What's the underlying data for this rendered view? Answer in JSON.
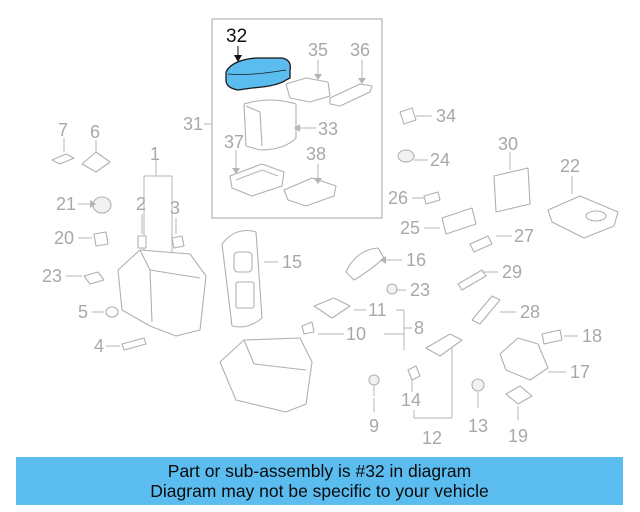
{
  "diagram": {
    "highlight_color": "#5bbcf0",
    "callouts": {
      "c1": "1",
      "c2": "2",
      "c3": "3",
      "c4": "4",
      "c5": "5",
      "c6": "6",
      "c7": "7",
      "c8": "8",
      "c9": "9",
      "c10": "10",
      "c11": "11",
      "c12": "12",
      "c13": "13",
      "c14": "14",
      "c15": "15",
      "c16": "16",
      "c17": "17",
      "c18": "18",
      "c19": "19",
      "c20": "20",
      "c21": "21",
      "c22": "22",
      "c23a": "23",
      "c23b": "23",
      "c24": "24",
      "c25": "25",
      "c26": "26",
      "c27": "27",
      "c28": "28",
      "c29": "29",
      "c30": "30",
      "c31": "31",
      "c32": "32",
      "c33": "33",
      "c34": "34",
      "c35": "35",
      "c36": "36",
      "c37": "37",
      "c38": "38"
    }
  },
  "banner": {
    "line1": "Part or sub-assembly is #32 in diagram",
    "line2": "Diagram may not be specific to your vehicle",
    "color": "#5bbcf0"
  }
}
